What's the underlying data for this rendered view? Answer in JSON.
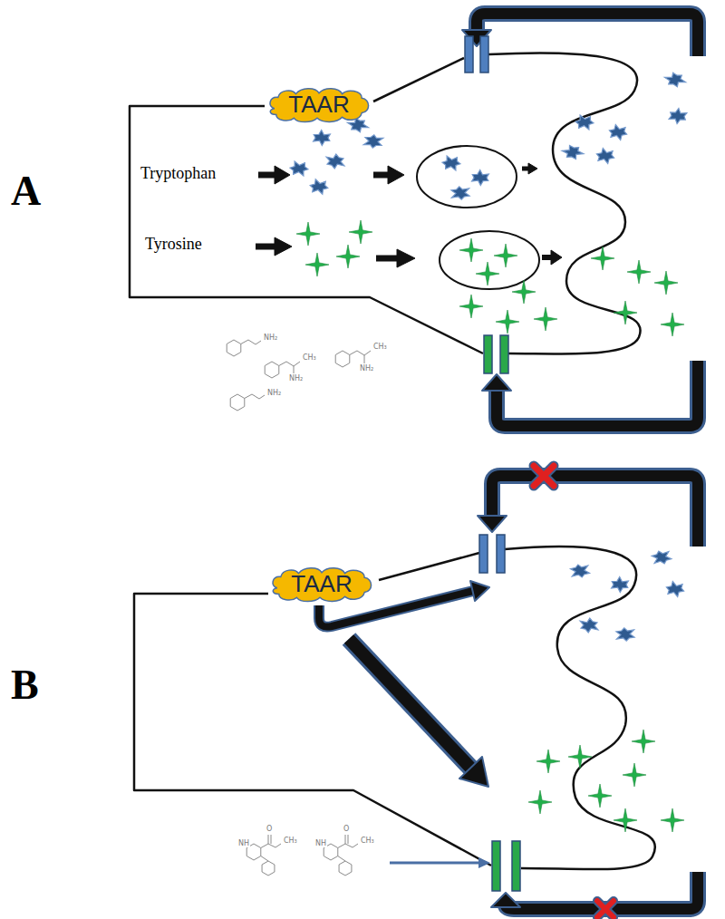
{
  "diagram": {
    "nodes": [
      {
        "text": [
          "TAAR"
        ]
      },
      {
        "text": [
          "TAAR"
        ]
      }
    ],
    "labels": [
      "A",
      "Tryptophan",
      "Tyrosine",
      "B",
      "NH₂",
      "CH₃",
      "NH₂",
      "NH₂",
      "CH₃",
      "NH₂",
      "NH",
      "O",
      "CH₃",
      "NH",
      "O",
      "CH₃"
    ]
  }
}
